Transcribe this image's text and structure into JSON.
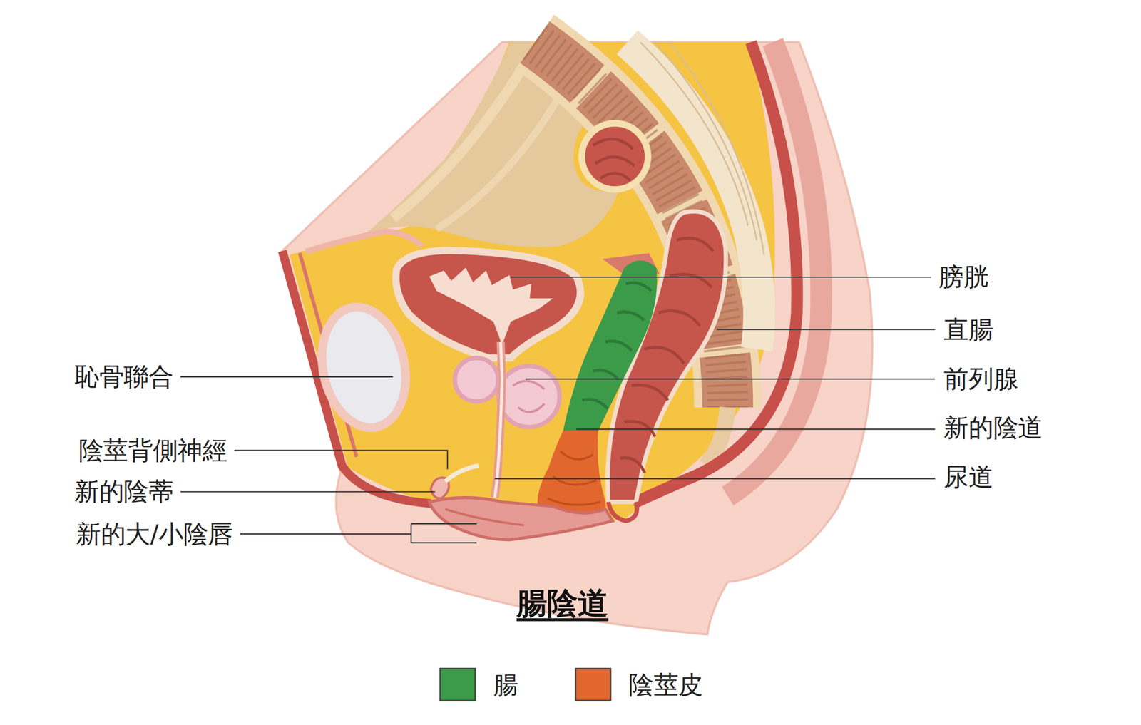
{
  "diagram": {
    "title": "腸陰道",
    "labels": [
      "膀胱",
      "直腸",
      "恥骨聯合",
      "前列腺",
      "新的陰道",
      "陰莖背側神經",
      "尿道",
      "新的陰蒂",
      "新的大/小陰唇"
    ],
    "legend": [
      {
        "text": "腸",
        "color": "#3b9b48"
      },
      {
        "text": "陰莖皮",
        "color": "#e2672f"
      }
    ]
  }
}
